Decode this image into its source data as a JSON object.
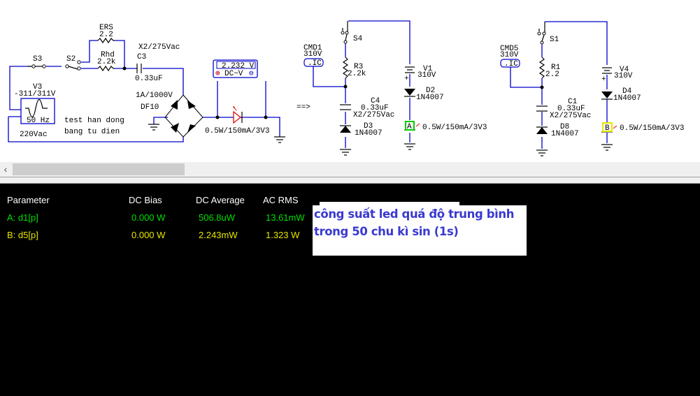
{
  "schematic": {
    "source": {
      "name": "V3",
      "range": "-311/311V",
      "freq": "50 Hz",
      "rating": "220Vac"
    },
    "switches": {
      "s3": "S3",
      "s2": "S2",
      "s4": "S4",
      "s1": "S1"
    },
    "ers": {
      "name": "ERS",
      "value": "2.2"
    },
    "rhd": {
      "name": "Rhd",
      "value": "2.2k"
    },
    "c3": {
      "name": "C3",
      "value": "0.33uF",
      "rating": "X2/275Vac"
    },
    "bridge": {
      "rating": "1A/1000V",
      "part": "DF10"
    },
    "note_line1": "test han dong",
    "note_line2": "bang tu dien",
    "meter": {
      "reading": "2.232 V",
      "plus": "⊕",
      "mode": "DC~V",
      "minus": "⊖"
    },
    "led_main": "0.5W/150mA/3V3",
    "arrow": "==>",
    "left_circuit": {
      "cmd": "CMD1",
      "cmd_value": "310V",
      "ic": ".IC",
      "resistor": "R3",
      "resistor_value": "2.2k",
      "cap": "C4",
      "cap_value": "0.33uF",
      "cap_rating": "X2/275Vac",
      "diode": "D3",
      "diode_part": "1N4007",
      "source": "V1",
      "source_value": "310V",
      "diode2": "D2",
      "diode2_part": "1N4007",
      "probe": "A",
      "led": "0.5W/150mA/3V3"
    },
    "right_circuit": {
      "cmd": "CMD5",
      "cmd_value": "310V",
      "ic": ".IC",
      "resistor": "R1",
      "resistor_value": "2.2",
      "cap": "C1",
      "cap_value": "0.33uF",
      "cap_rating": "X2/275Vac",
      "diode": "D8",
      "diode_part": "1N4007",
      "source": "V4",
      "source_value": "310V",
      "diode2": "D4",
      "diode2_part": "1N4007",
      "probe": "B",
      "led": "0.5W/150mA/3V3"
    },
    "plus_sign": "+"
  },
  "scrollbar": {
    "left_arrow": "‹"
  },
  "results": {
    "headers": [
      "Parameter",
      "DC Bias",
      "DC Average",
      "AC RMS"
    ],
    "rows": [
      {
        "param": "A: d1[p]",
        "dc_bias": "0.000 W",
        "dc_avg": "506.8uW",
        "ac_rms": "13.61mW",
        "color": "#00e000"
      },
      {
        "param": "B: d5[p]",
        "dc_bias": "0.000 W",
        "dc_avg": "2.243mW",
        "ac_rms": "1.323 W",
        "color": "#e6e600"
      }
    ]
  },
  "annotation": {
    "text": "công suất led quá độ trung bình trong 50 chu kì sin (1s)"
  },
  "colors": {
    "wire": "#0000cc",
    "probe_a": "#00cc00",
    "probe_b": "#e6e600",
    "led": "#e00000",
    "note_text": "#3a3ad0"
  }
}
